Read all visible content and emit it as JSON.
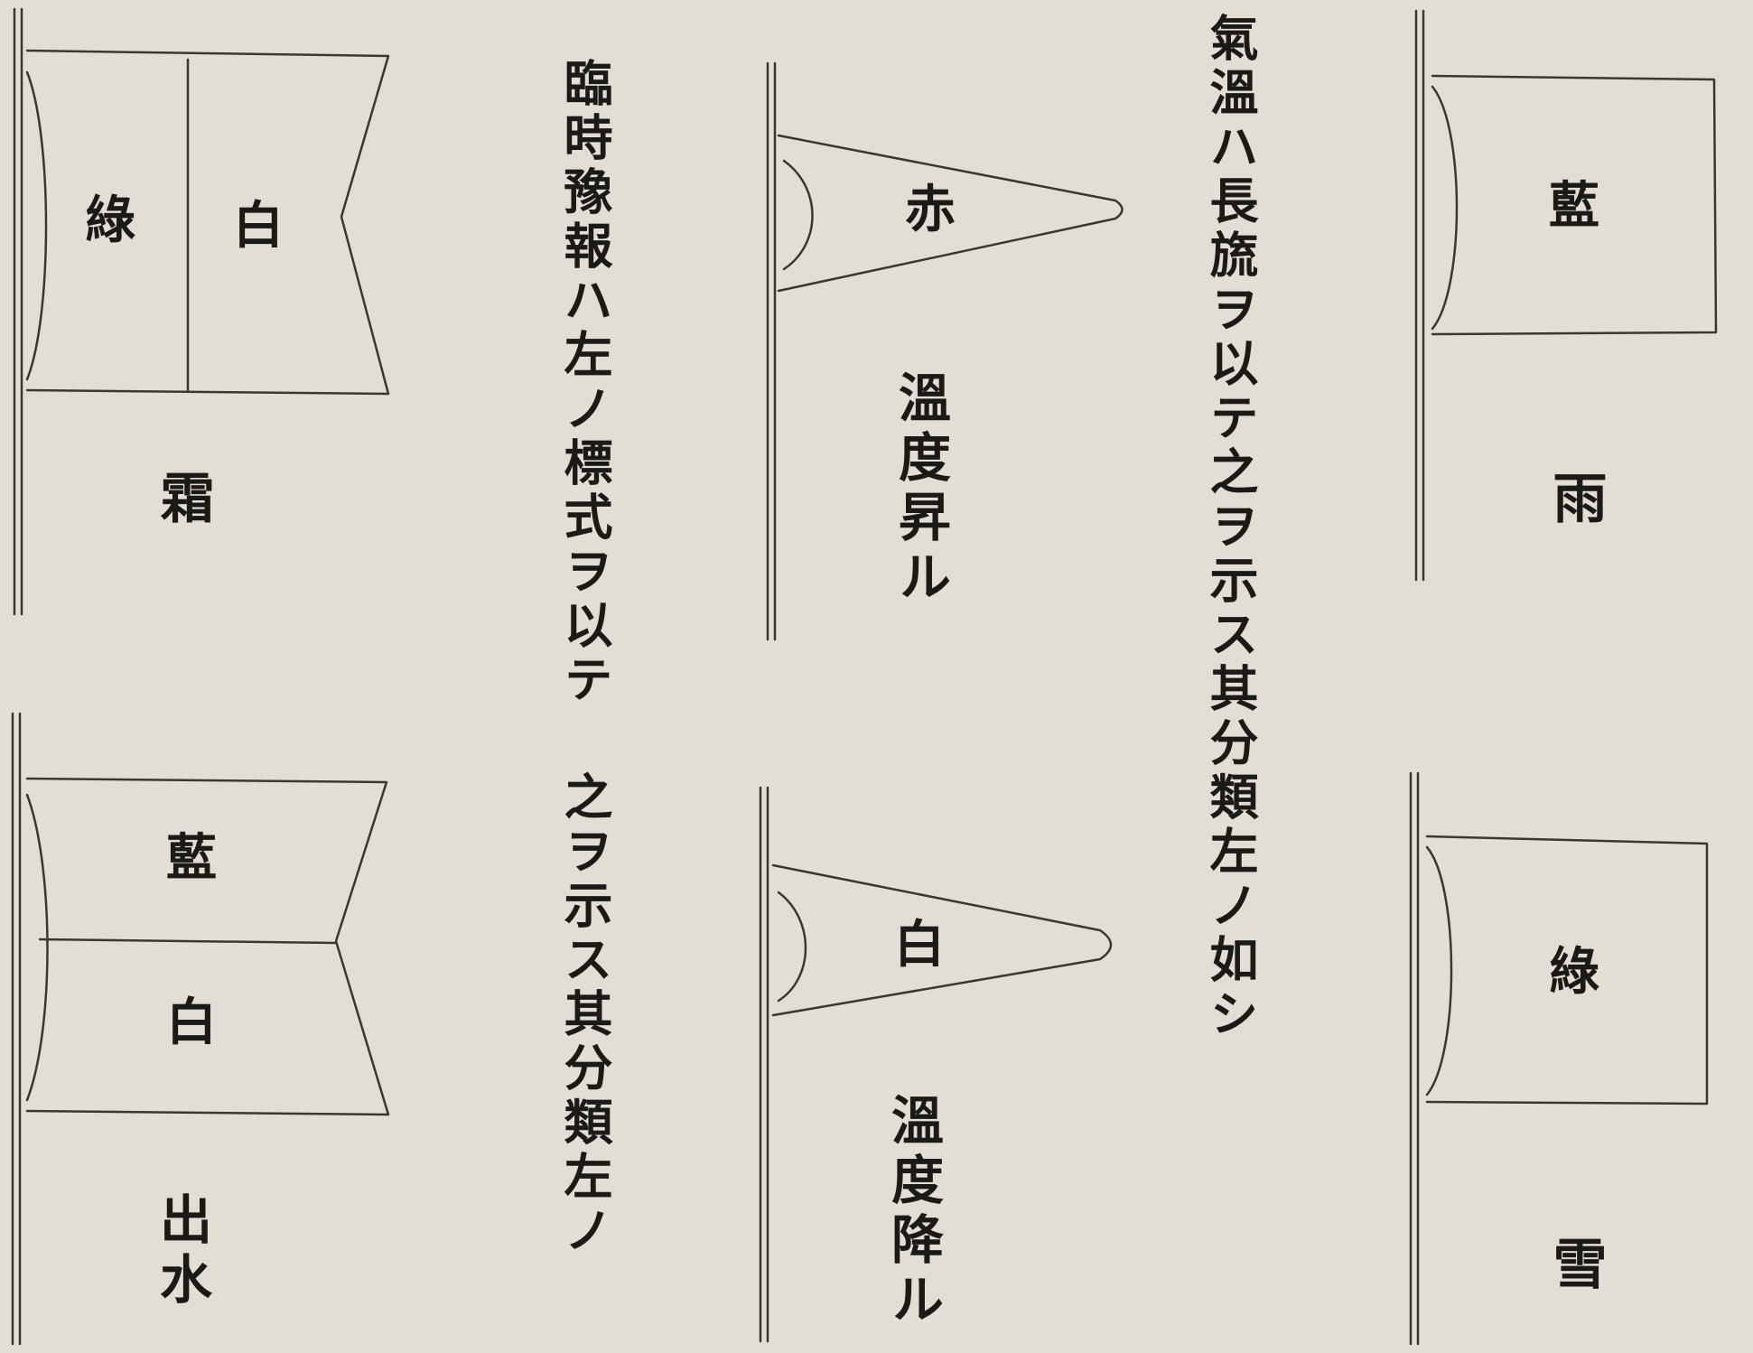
{
  "text_columns": {
    "col_kion": "氣溫ハ長旒ヲ以テ之ヲ示ス其分類左ノ如シ",
    "col_rinji": "臨時豫報ハ左ノ標式ヲ以テ 之ヲ示ス其分類左ノ"
  },
  "flags": {
    "rain": {
      "color_label": "藍",
      "caption": "雨"
    },
    "snow": {
      "color_label": "綠",
      "caption": "雪"
    },
    "temp_rise": {
      "color_label": "赤",
      "caption": "溫度昇ル"
    },
    "temp_fall": {
      "color_label": "白",
      "caption": "溫度降ル"
    },
    "frost": {
      "left_label": "綠",
      "right_label": "白",
      "caption": "霜"
    },
    "flood": {
      "top_label": "藍",
      "bottom_label": "白",
      "caption": "出水"
    }
  },
  "colors": {
    "paper": "#e3ded4",
    "ink": "#1c1a17",
    "line": "#3a3631"
  }
}
